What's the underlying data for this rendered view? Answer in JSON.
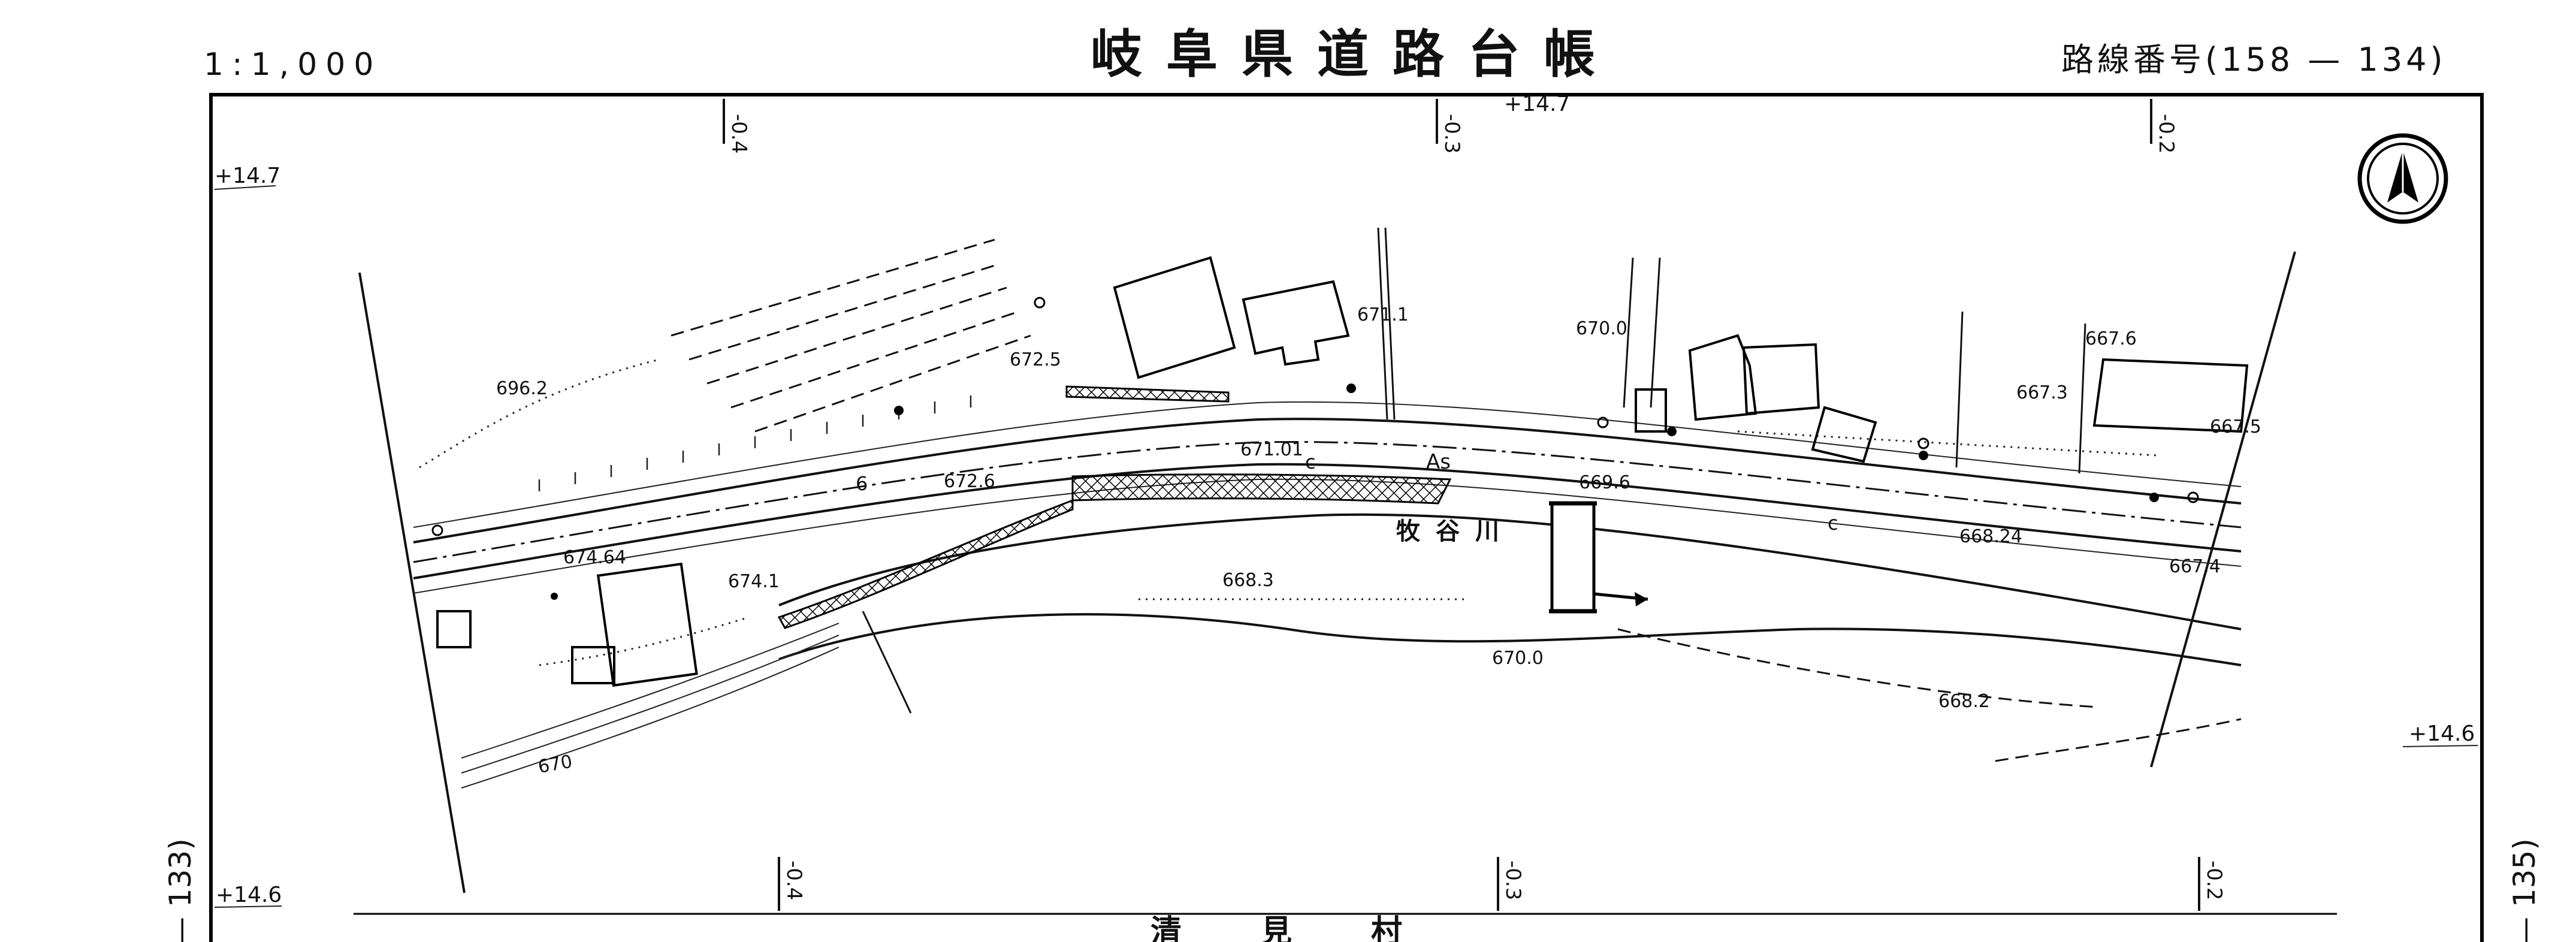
{
  "header": {
    "scale": "1:1,000",
    "title": "岐阜県道路台帳",
    "route_number": "路線番号(158 — 134)"
  },
  "north_arrow": {
    "icon": "north-arrow-icon"
  },
  "sheet_refs": {
    "left": "— 133)",
    "right": "— 135)"
  },
  "stations": {
    "top_left": "+14.7",
    "top_center": "+14.7",
    "left_bottom": "+14.6",
    "right_mid": "+14.6",
    "tick_top": [
      "-0.4",
      "-0.3",
      "-0.2"
    ],
    "tick_bottom": [
      "-0.4",
      "-0.3",
      "-0.2"
    ]
  },
  "elevations": {
    "e696_2": "696.2",
    "e672_5": "672.5",
    "e671_1": "671.1",
    "e670_0a": "670.0",
    "e667_6": "667.6",
    "e667_3": "667.3",
    "e667_5": "667.5",
    "e671_01": "671.01",
    "e672_6": "672.6",
    "e669_6": "669.6",
    "e674_64": "674.64",
    "e674_1": "674.1",
    "e668_3": "668.3",
    "e668_24": "668.24",
    "e667_4": "667.4",
    "e670_0b": "670.0",
    "e668_2": "668.2",
    "contour_670": "670"
  },
  "labels": {
    "river": "牧谷川",
    "pavement": "As",
    "road_width": "6",
    "centerline_c1": "c",
    "centerline_c2": "c",
    "village": "清　見　村"
  }
}
